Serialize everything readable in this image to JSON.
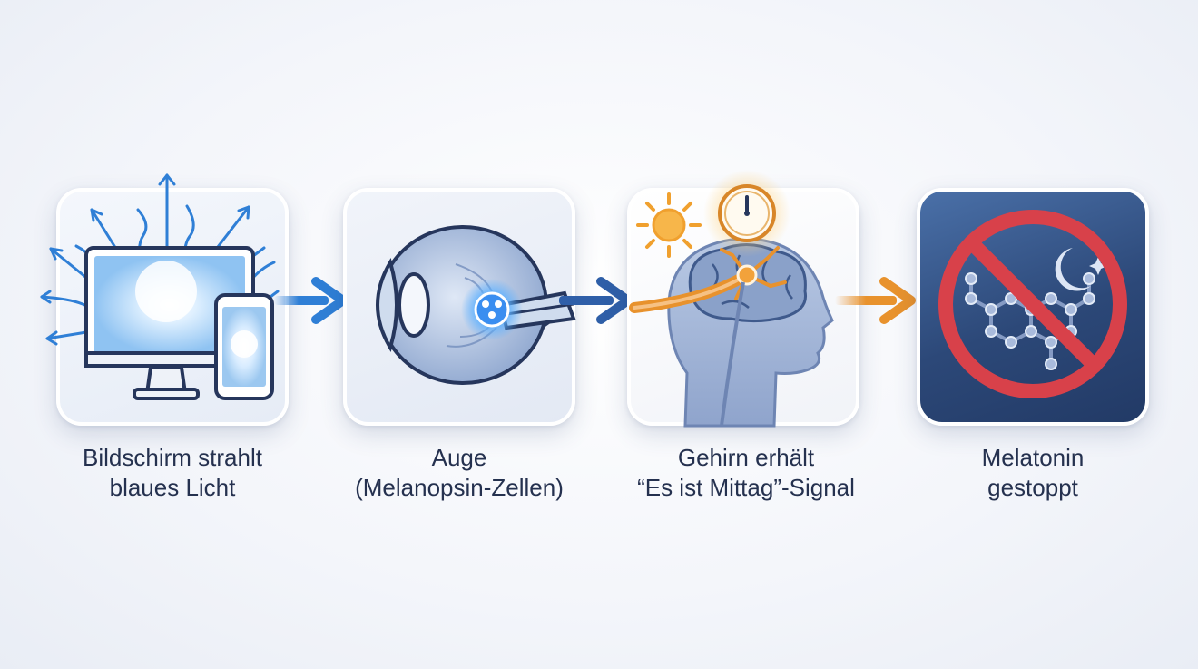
{
  "steps": [
    {
      "line1": "Bildschirm strahlt",
      "line2": "blaues Licht",
      "icon": "monitor-phone-blue-light-icon"
    },
    {
      "line1": "Auge",
      "line2": "(Melanopsin-Zellen)",
      "icon": "eye-icon"
    },
    {
      "line1": "Gehirn erhält",
      "line2": "“Es ist Mittag”-Signal",
      "icon": "brain-clock-sun-icon"
    },
    {
      "line1": "Melatonin",
      "line2": "gestoppt",
      "icon": "no-melatonin-icon"
    }
  ],
  "colors": {
    "blue": "#2f7fd6",
    "orange": "#e8922d",
    "navy": "#2c4878",
    "red": "#d8414a",
    "text": "#25314f"
  }
}
